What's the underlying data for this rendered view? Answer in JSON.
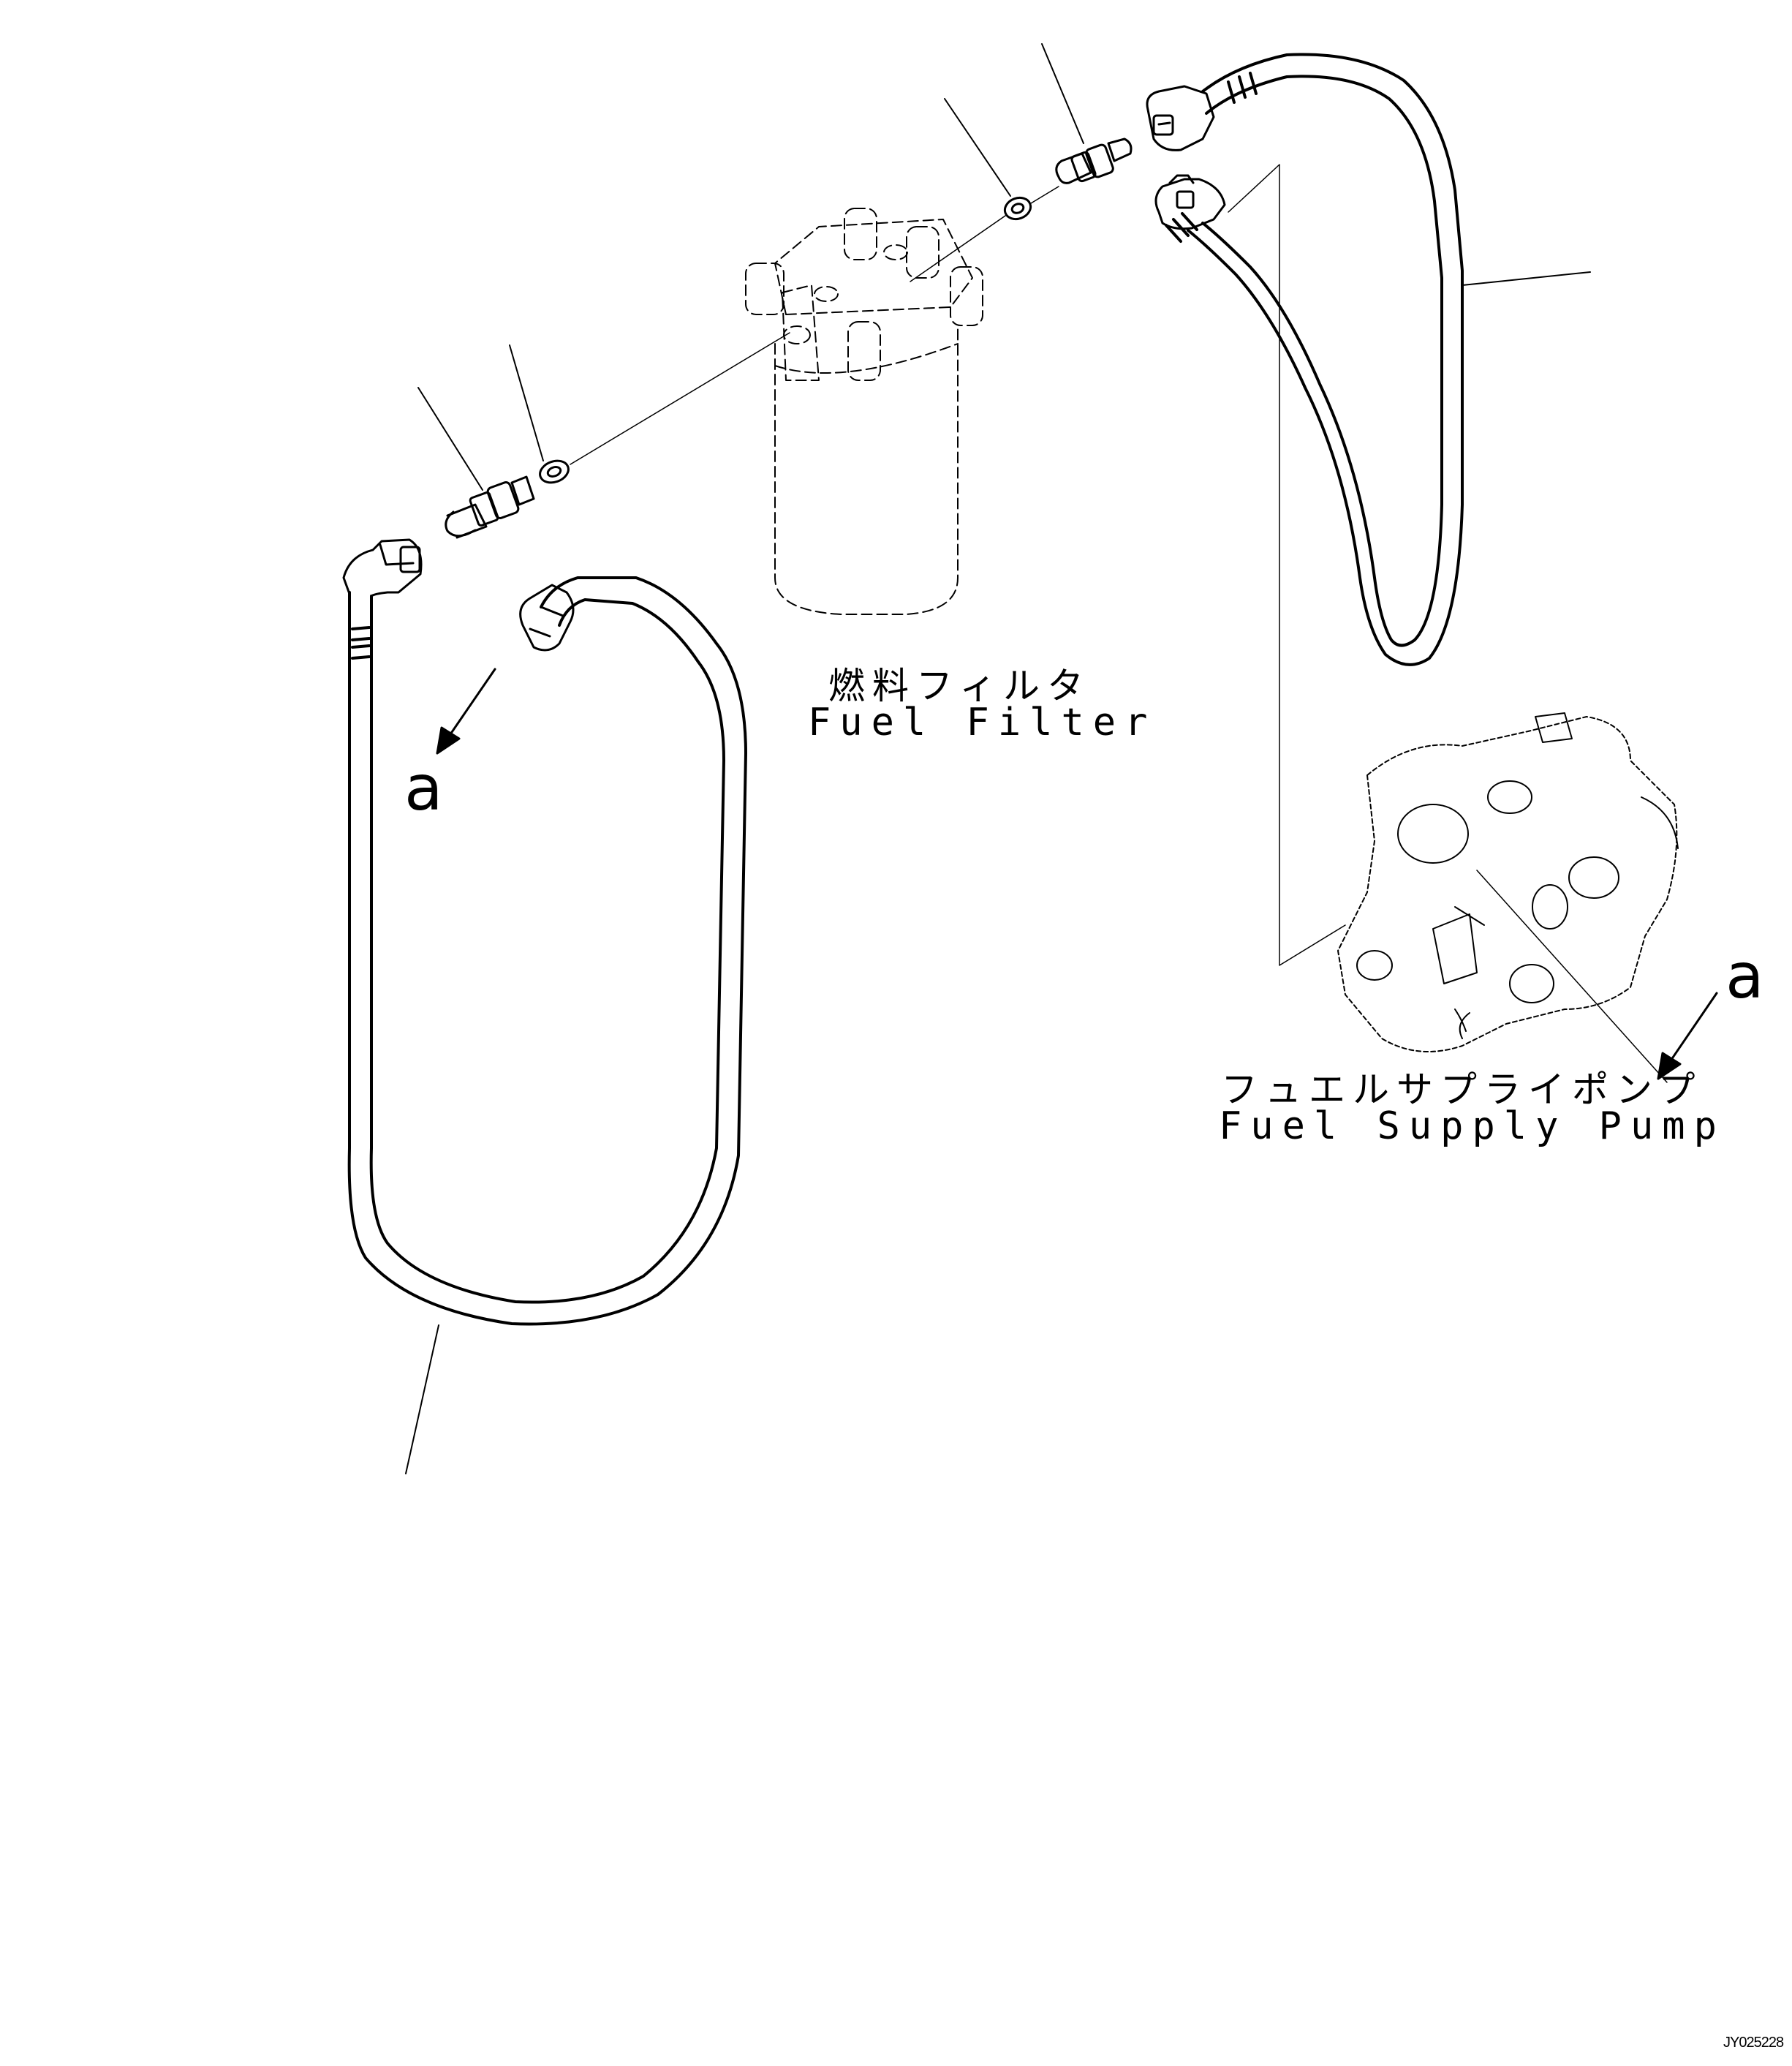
{
  "labels": {
    "fuel_filter_jp": "燃料フィルタ",
    "fuel_filter_en": "Fuel Filter",
    "supply_pump_jp": "フュエルサプライポンプ",
    "supply_pump_en": "Fuel Supply Pump"
  },
  "view_marks": {
    "left": "a",
    "right": "a"
  },
  "drawing_code": "JY025228",
  "colors": {
    "line": "#000000",
    "background": "#ffffff"
  }
}
